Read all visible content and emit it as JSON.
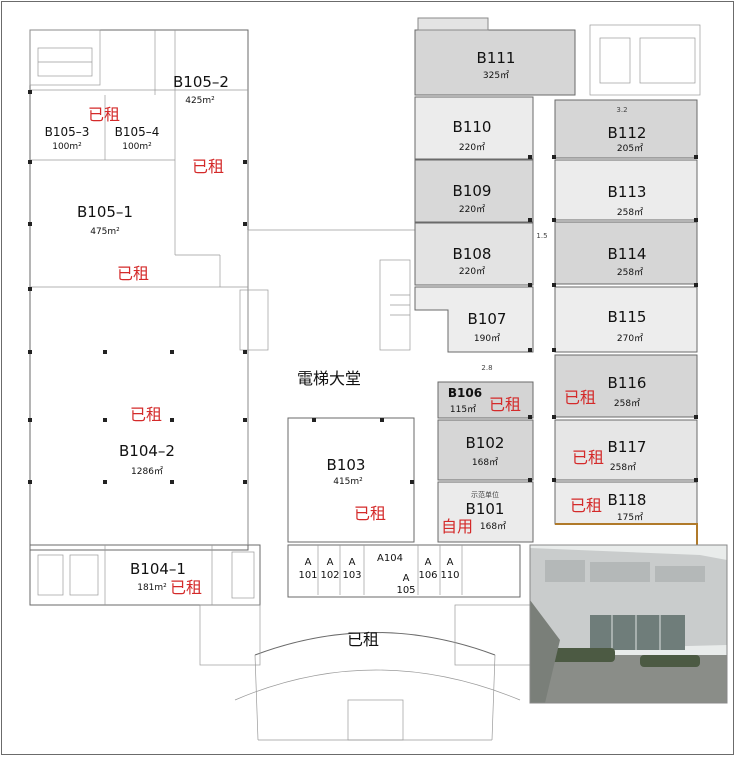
{
  "lobby_label": "電梯大堂",
  "units": {
    "b111": {
      "name": "B111",
      "area": "325㎡"
    },
    "b110": {
      "name": "B110",
      "area": "220㎡"
    },
    "b109": {
      "name": "B109",
      "area": "220㎡"
    },
    "b108": {
      "name": "B108",
      "area": "220㎡"
    },
    "b107": {
      "name": "B107",
      "area": "190㎡"
    },
    "b106": {
      "name": "B106",
      "area": "115㎡"
    },
    "b102": {
      "name": "B102",
      "area": "168㎡"
    },
    "b101": {
      "name": "B101",
      "area": "168㎡",
      "note": "示范单位"
    },
    "b112": {
      "name": "B112",
      "area": "205㎡"
    },
    "b113": {
      "name": "B113",
      "area": "258㎡"
    },
    "b114": {
      "name": "B114",
      "area": "258㎡"
    },
    "b115": {
      "name": "B115",
      "area": "270㎡"
    },
    "b116": {
      "name": "B116",
      "area": "258㎡"
    },
    "b117": {
      "name": "B117",
      "area": "258㎡"
    },
    "b118": {
      "name": "B118",
      "area": "175㎡"
    },
    "b105_2": {
      "name": "B105–2",
      "area": "425m²"
    },
    "b105_3": {
      "name": "B105–3",
      "area": "100m²"
    },
    "b105_4": {
      "name": "B105–4",
      "area": "100m²"
    },
    "b105_1": {
      "name": "B105–1",
      "area": "475m²"
    },
    "b104_2": {
      "name": "B104–2",
      "area": "1286㎡"
    },
    "b104_1": {
      "name": "B104–1",
      "area": "181m²"
    },
    "b103": {
      "name": "B103",
      "area": "415m²"
    }
  },
  "small_units": {
    "a101": [
      "A",
      "101"
    ],
    "a102": [
      "A",
      "102"
    ],
    "a103": [
      "A",
      "103"
    ],
    "a104": [
      "A104"
    ],
    "a105": [
      "A",
      "105"
    ],
    "a106": [
      "A",
      "106"
    ],
    "a110": [
      "A",
      "110"
    ]
  },
  "status": {
    "rented": "已租",
    "self_use": "自用"
  },
  "dims": {
    "corridor": "2.8",
    "top_right": "3.2",
    "mid": "1.5"
  },
  "photo": {
    "sky": "#e9eceb",
    "facade": "#c9cccc",
    "glass": "#6f7d7a",
    "plaza": "#8a8d88",
    "greenery": "#4c5a43"
  }
}
